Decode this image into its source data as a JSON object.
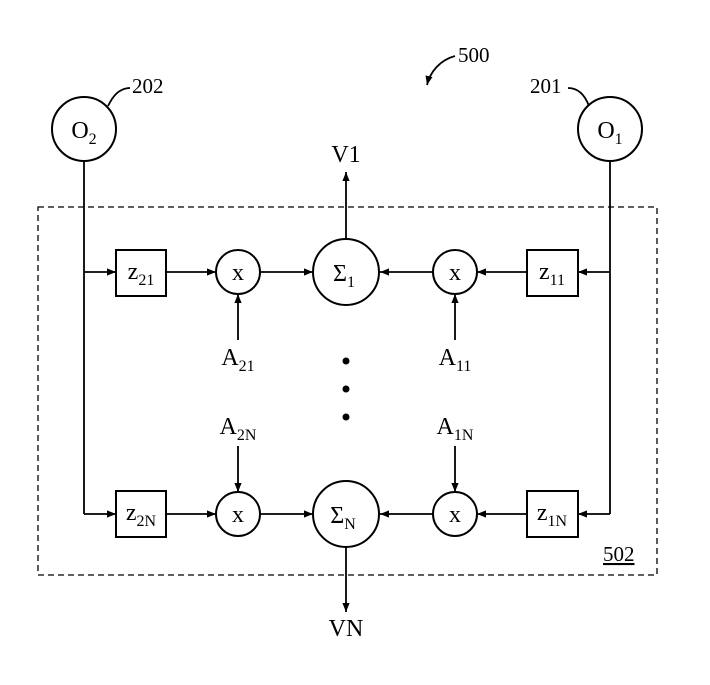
{
  "figure": {
    "ref_main": "500",
    "ref_box": "502",
    "ref_osc1": "201",
    "ref_osc2": "202"
  },
  "oscillators": {
    "o1": {
      "main": "O",
      "sub": "1"
    },
    "o2": {
      "main": "O",
      "sub": "2"
    }
  },
  "outputs": {
    "v1": "V1",
    "vn": "VN"
  },
  "row1": {
    "delay_left": {
      "main": "z",
      "sub": "21"
    },
    "delay_right": {
      "main": "z",
      "sub": "11"
    },
    "mult_left": "x",
    "mult_right": "x",
    "sum": {
      "main": "Σ",
      "sub": "1"
    },
    "coef_left": {
      "main": "A",
      "sub": "21"
    },
    "coef_right": {
      "main": "A",
      "sub": "11"
    }
  },
  "rowN": {
    "delay_left": {
      "main": "z",
      "sub": "2N"
    },
    "delay_right": {
      "main": "z",
      "sub": "1N"
    },
    "mult_left": "x",
    "mult_right": "x",
    "sum": {
      "main": "Σ",
      "sub": "N"
    },
    "coef_left": {
      "main": "A",
      "sub": "2N"
    },
    "coef_right": {
      "main": "A",
      "sub": "1N"
    }
  }
}
